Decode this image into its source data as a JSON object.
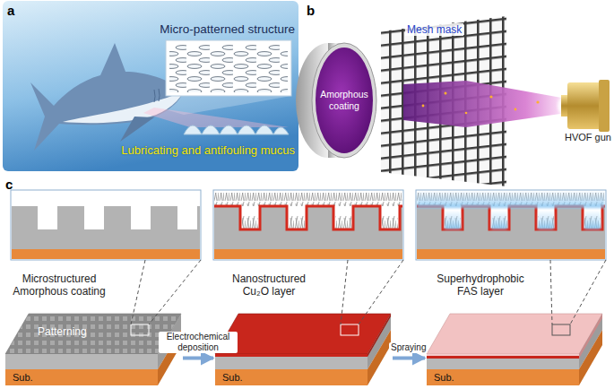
{
  "diagram": {
    "nodes": [
      {
        "text": [
          "Micro-patterned structure",
          "Lubricating and antifouling mucus"
        ]
      },
      {
        "text": [
          "Amorphous coating"
        ]
      },
      {
        "text": [
          "Microstructured Amorphous coating",
          "Patterning",
          "Sub."
        ]
      },
      {
        "text": [
          "Nanostructured Cu₂O layer",
          "Sub."
        ]
      },
      {
        "text": [
          "Superhydrophobic FAS layer",
          "Sub."
        ]
      }
    ],
    "edges": [
      {
        "from": 2,
        "to": 3,
        "arrow": "to",
        "label": "Electrochemical deposition"
      },
      {
        "from": 3,
        "to": 4,
        "arrow": "to",
        "label": "Spraying"
      }
    ],
    "labels": [
      "a",
      "b",
      "c",
      "Mesh mask",
      "HVOF gun"
    ]
  }
}
